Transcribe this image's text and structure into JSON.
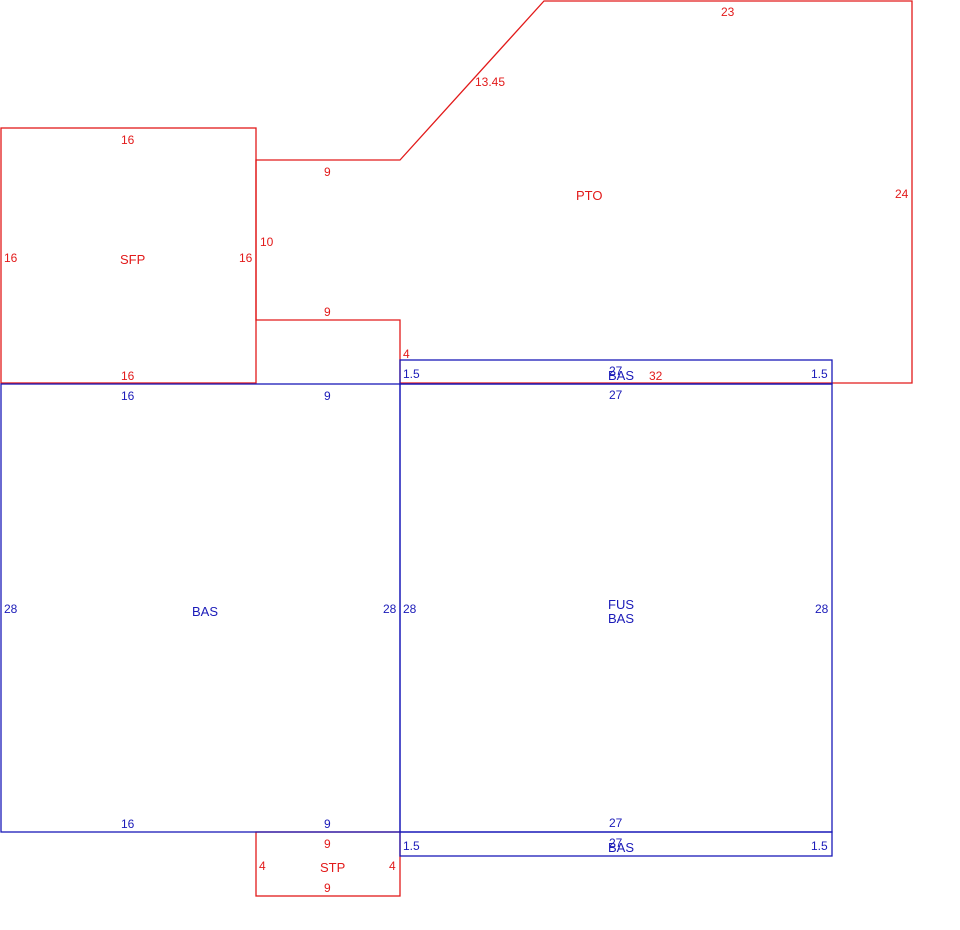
{
  "colors": {
    "red": "#e21a1a",
    "blue": "#1a1ab8"
  },
  "areas": {
    "pto": "PTO",
    "sfp": "SFP",
    "bas_left": "BAS",
    "fus": "FUS",
    "bas_right": "BAS",
    "bas_top_strip": "BAS",
    "bas_bottom_strip": "BAS",
    "stp": "STP"
  },
  "dims": {
    "pto_top": "23",
    "pto_diag": "13.45",
    "pto_right": "24",
    "pto_bottom": "32",
    "pto_step_upper": "9",
    "pto_step_lower": "9",
    "pto_left": "10",
    "pto_notch": "4",
    "sfp_top": "16",
    "sfp_left": "16",
    "sfp_right": "16",
    "sfp_bottom": "16",
    "bas_top_left": "16",
    "bas_top_right": "9",
    "bas_left_side": "28",
    "bas_right_side": "28",
    "bas_bottom_left": "16",
    "bas_bottom_right": "9",
    "fus_left": "28",
    "fus_right": "28",
    "fus_top": "27",
    "fus_bottom": "27",
    "strip_top_top": "27",
    "strip_top_left": "1.5",
    "strip_top_right": "1.5",
    "strip_bot_bottom": "27",
    "strip_bot_left": "1.5",
    "strip_bot_right": "1.5",
    "stp_top": "9",
    "stp_bottom": "9",
    "stp_left": "4",
    "stp_right": "4"
  }
}
